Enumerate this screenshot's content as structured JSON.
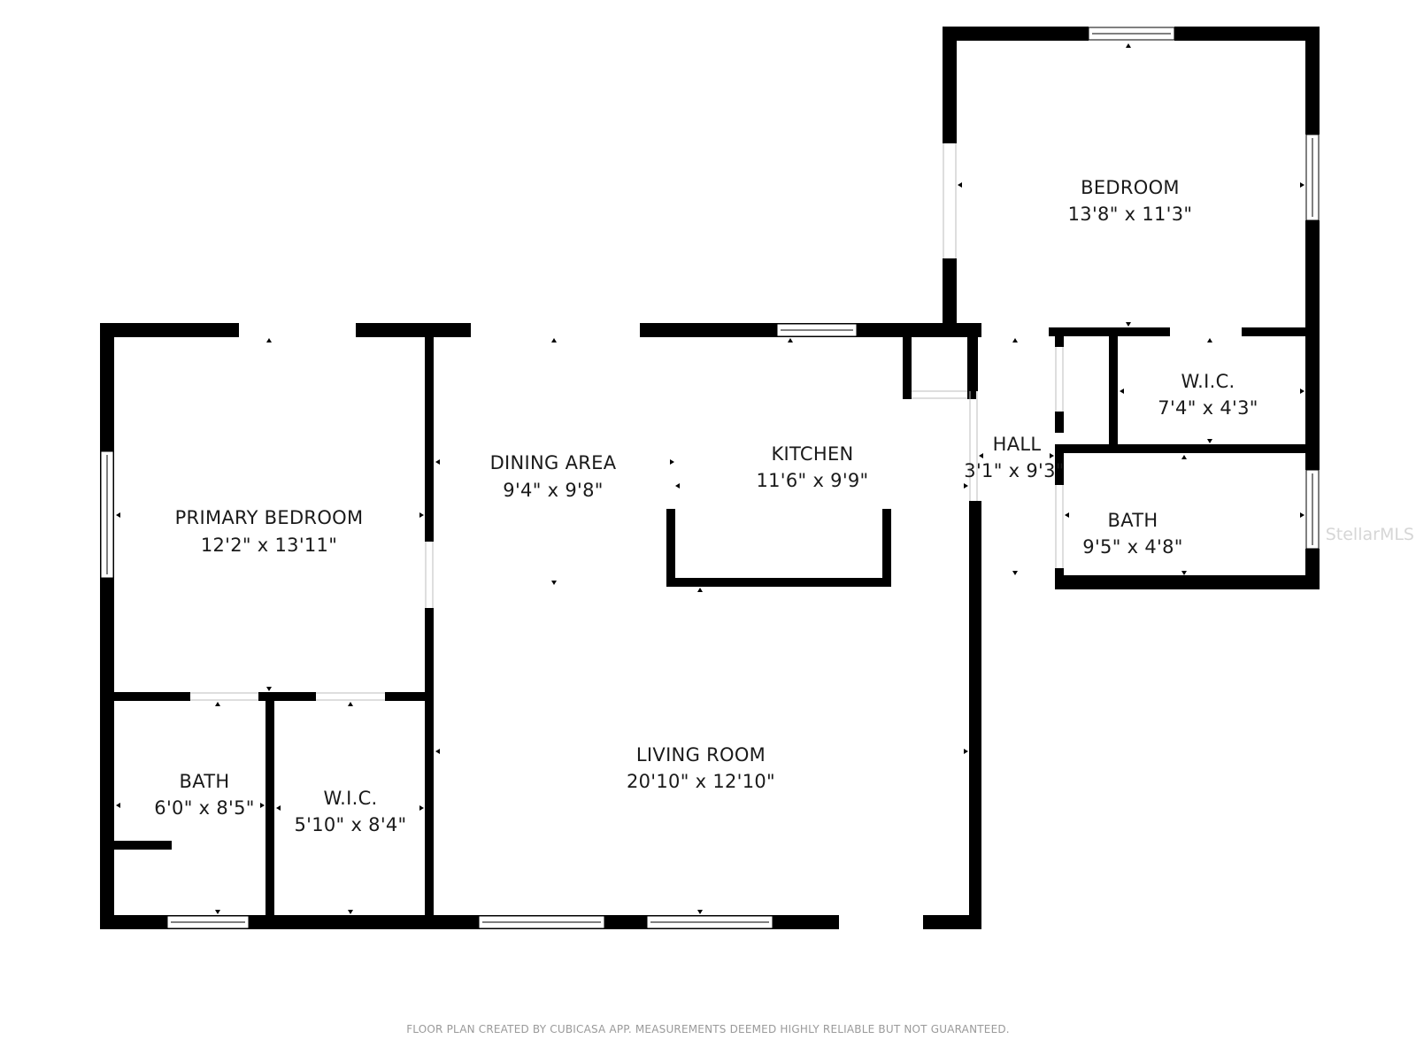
{
  "rooms": {
    "bedroom": {
      "name": "BEDROOM",
      "dims": "13'8\" x 11'3\""
    },
    "wic_right": {
      "name": "W.I.C.",
      "dims": "7'4\" x 4'3\""
    },
    "hall": {
      "name": "HALL",
      "dims": "3'1\" x 9'3\""
    },
    "bath_right": {
      "name": "BATH",
      "dims": "9'5\" x 4'8\""
    },
    "kitchen": {
      "name": "KITCHEN",
      "dims": "11'6\" x 9'9\""
    },
    "dining": {
      "name": "DINING AREA",
      "dims": "9'4\" x 9'8\""
    },
    "primary_bedroom": {
      "name": "PRIMARY BEDROOM",
      "dims": "12'2\" x 13'11\""
    },
    "living": {
      "name": "LIVING ROOM",
      "dims": "20'10\" x 12'10\""
    },
    "bath_left": {
      "name": "BATH",
      "dims": "6'0\" x 8'5\""
    },
    "wic_left": {
      "name": "W.I.C.",
      "dims": "5'10\" x 8'4\""
    }
  },
  "footer": "FLOOR PLAN CREATED BY CUBICASA APP. MEASUREMENTS DEEMED HIGHLY RELIABLE BUT NOT GUARANTEED.",
  "watermark": "StellarMLS",
  "colors": {
    "wall": "#000000",
    "background": "#ffffff",
    "footer": "#9a9a9a"
  }
}
